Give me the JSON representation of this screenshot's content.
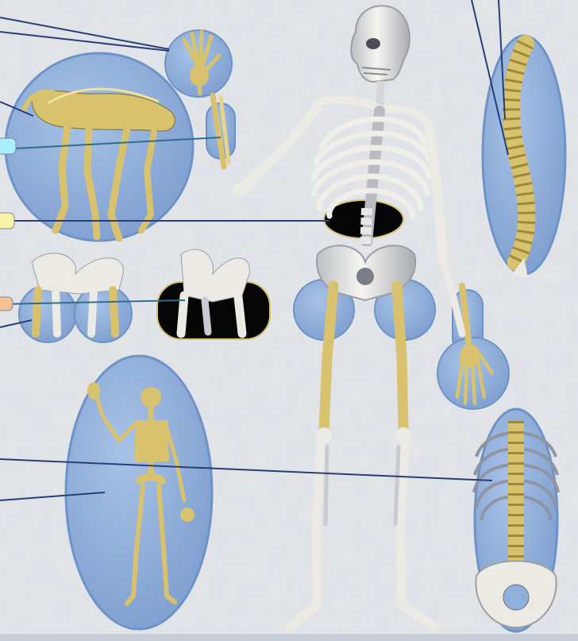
{
  "colors": {
    "background": "#e4e6ea",
    "texture": "#c9ccd1",
    "medallion": "#8fb0dc",
    "medallion_edge": "#6e93c6",
    "bone": "#f3f1ec",
    "bone_shadow": "#9c9ea4",
    "highlight_bone": "#d8c26e",
    "dark_panel": "#050505",
    "line_navy": "#2b3d77",
    "line_teal": "#2f6f8c",
    "callout_cyan": "#a8eef6",
    "callout_yellow": "#f8f2a4",
    "callout_peach": "#f6c092",
    "bottom_band": "#c7ced8"
  },
  "callouts": [
    {
      "name": "cyan-callout-tab",
      "color_key": "callout_cyan"
    },
    {
      "name": "yellow-callout-tab",
      "color_key": "callout_yellow"
    },
    {
      "name": "peach-callout-tab",
      "color_key": "callout_peach"
    }
  ],
  "regions": [
    "central-skeleton",
    "raised-hand-medallion",
    "forearm-medallion",
    "quadruped-skeleton-medallion",
    "spine-side-medallion",
    "hip-joint-medallions",
    "pelvis-dark-panel",
    "lower-back-dark-panel",
    "femur-medallions",
    "hand-medallion",
    "small-skeleton-medallion",
    "spine-back-medallion"
  ]
}
